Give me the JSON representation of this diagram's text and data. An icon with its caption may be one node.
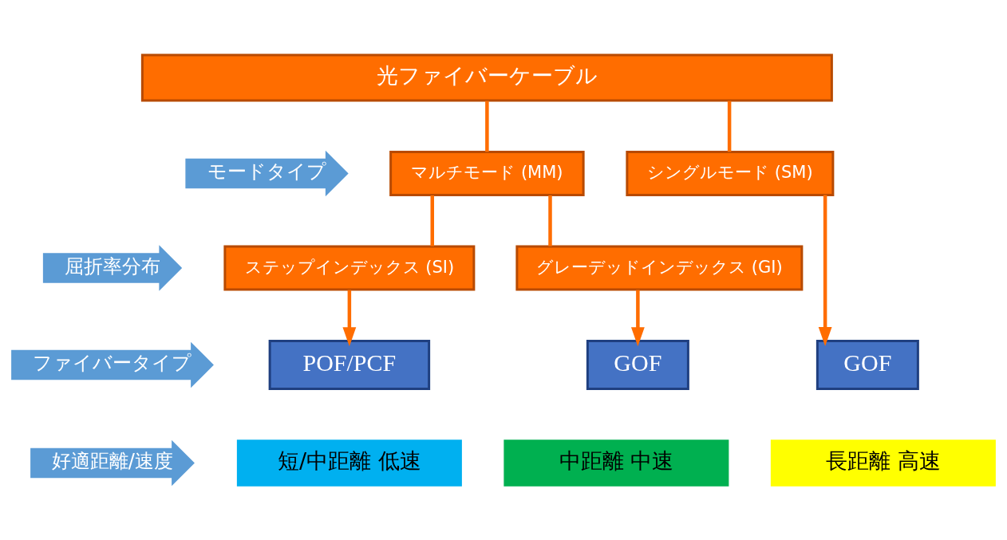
{
  "diagram": {
    "nodes": [
      {
        "text": [
          "光ファイバーケーブル"
        ]
      },
      {
        "text": [
          "モードタイプ"
        ]
      },
      {
        "text": [
          "マルチモード (MM)"
        ]
      },
      {
        "text": [
          "シングルモード (SM)"
        ]
      },
      {
        "text": [
          "屈折率分布"
        ]
      },
      {
        "text": [
          "ステップインデックス (SI)"
        ]
      },
      {
        "text": [
          "グレーデッドインデックス (GI)"
        ]
      },
      {
        "text": [
          "ファイバータイプ"
        ]
      },
      {
        "text": [
          "POF/PCF"
        ]
      },
      {
        "text": [
          "GOF"
        ]
      },
      {
        "text": [
          "GOF"
        ]
      },
      {
        "text": [
          "好適距離/速度"
        ]
      },
      {
        "text": [
          "短/中距離 低速"
        ]
      },
      {
        "text": [
          "中距離 中速"
        ]
      },
      {
        "text": [
          "長距離 高速"
        ]
      }
    ],
    "edges": [
      {
        "from": 0,
        "to": 2,
        "arrow": "none"
      },
      {
        "from": 0,
        "to": 3,
        "arrow": "none"
      },
      {
        "from": 2,
        "to": 5,
        "arrow": "none"
      },
      {
        "from": 2,
        "to": 6,
        "arrow": "none"
      },
      {
        "from": 5,
        "to": 8,
        "arrow": "to"
      },
      {
        "from": 6,
        "to": 9,
        "arrow": "to"
      },
      {
        "from": 3,
        "to": 10,
        "arrow": "to"
      }
    ]
  }
}
